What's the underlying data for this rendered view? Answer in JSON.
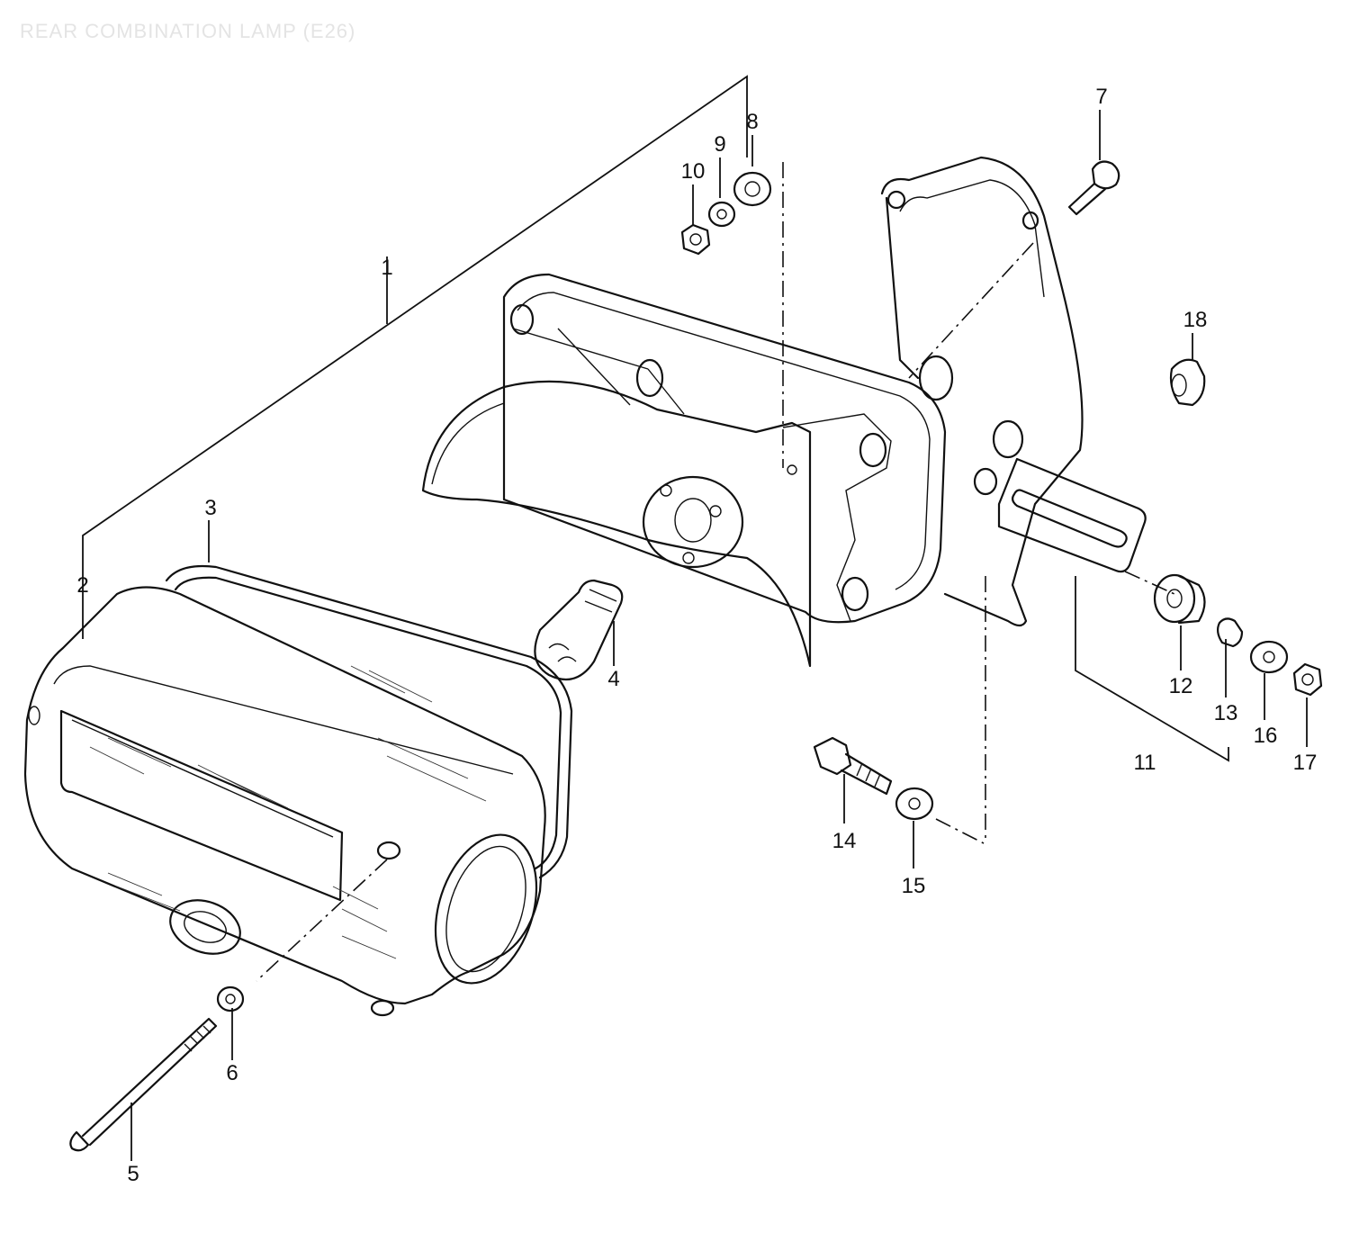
{
  "title": "REAR COMBINATION LAMP (E26)",
  "callouts": [
    {
      "id": "1",
      "text": "1"
    },
    {
      "id": "2",
      "text": "2"
    },
    {
      "id": "3",
      "text": "3"
    },
    {
      "id": "4",
      "text": "4"
    },
    {
      "id": "5",
      "text": "5"
    },
    {
      "id": "6",
      "text": "6"
    },
    {
      "id": "7",
      "text": "7"
    },
    {
      "id": "8",
      "text": "8"
    },
    {
      "id": "9",
      "text": "9"
    },
    {
      "id": "10",
      "text": "10"
    },
    {
      "id": "11",
      "text": "11"
    },
    {
      "id": "12",
      "text": "12"
    },
    {
      "id": "13",
      "text": "13"
    },
    {
      "id": "14",
      "text": "14"
    },
    {
      "id": "15",
      "text": "15"
    },
    {
      "id": "16",
      "text": "16"
    },
    {
      "id": "17",
      "text": "17"
    },
    {
      "id": "18",
      "text": "18"
    }
  ]
}
